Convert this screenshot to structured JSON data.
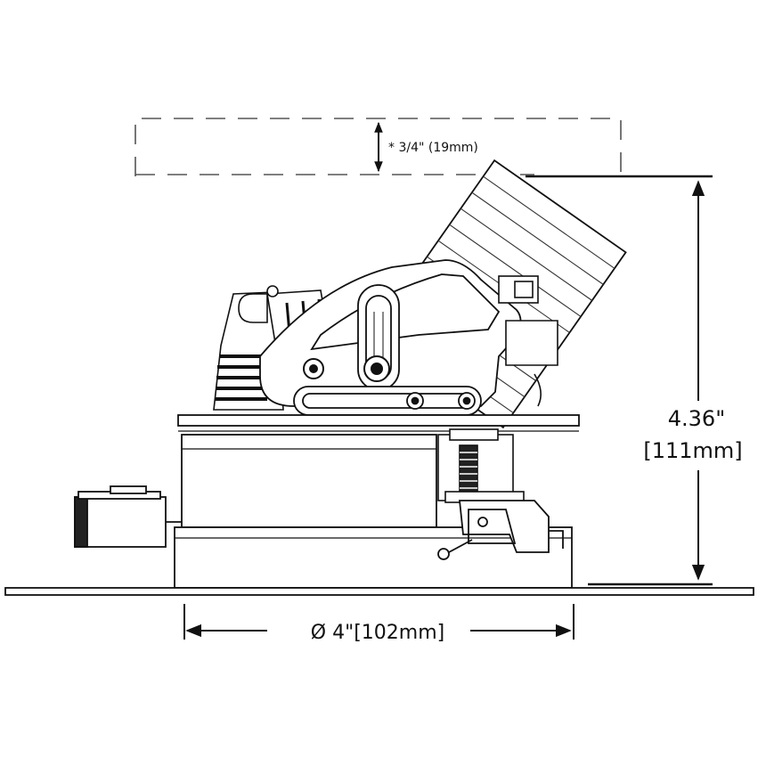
{
  "dimensions": {
    "clearance": "* 3/4\" (19mm)",
    "height_imperial": "4.36\"",
    "height_metric": "[111mm]",
    "diameter": "Ø 4\"[102mm]"
  },
  "colors": {
    "line": "#111111",
    "hatch": "#333333",
    "dash": "#555555"
  }
}
